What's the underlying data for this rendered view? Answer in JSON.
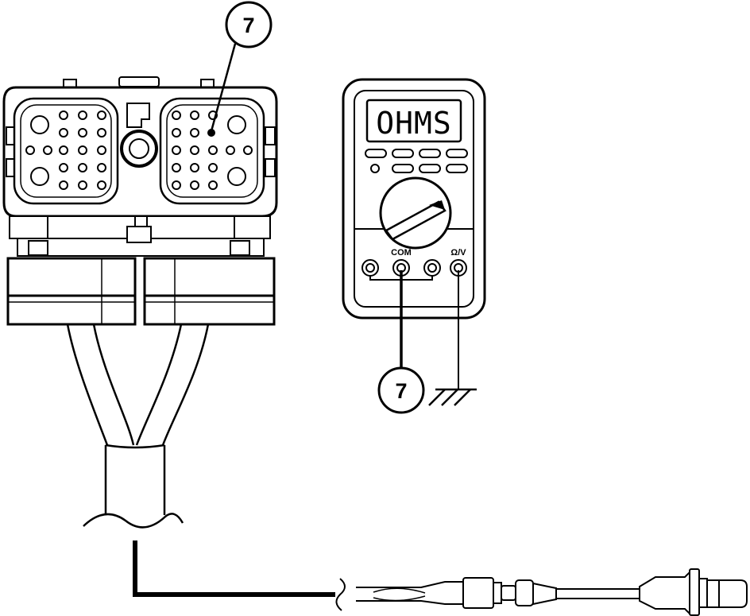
{
  "callouts": {
    "connector_pin": "7",
    "meter_lead": "7"
  },
  "multimeter": {
    "display": "OHMS",
    "jack_com": "COM",
    "jack_ohm_volt": "Ω/V"
  }
}
